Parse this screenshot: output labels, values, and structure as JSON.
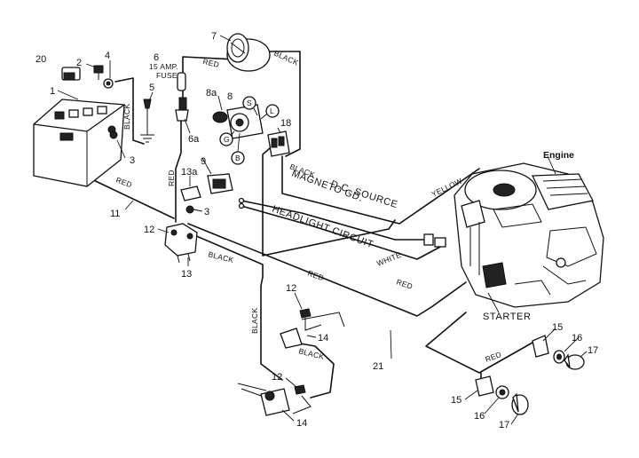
{
  "callouts": {
    "n1": "1",
    "n2": "2",
    "n3a": "3",
    "n3b": "3",
    "n4": "4",
    "n5": "5",
    "n6": "6",
    "n6a": "6a",
    "n7": "7",
    "n8": "8",
    "n8a": "8a",
    "n9": "9",
    "n11": "11",
    "n12a": "12",
    "n12b": "12",
    "n12c": "12",
    "n13": "13",
    "n13a": "13a",
    "n14a": "14",
    "n14b": "14",
    "n15a": "15",
    "n15b": "15",
    "n16a": "16",
    "n16b": "16",
    "n17a": "17",
    "n17b": "17",
    "n18": "18",
    "n20": "20",
    "n21": "21"
  },
  "fuse": {
    "line1": "15 AMP.",
    "line2": "FUSE"
  },
  "switch_terminals": {
    "s": "S",
    "l": "L",
    "g": "G",
    "b": "B"
  },
  "wire_labels": {
    "red_fuse": "RED",
    "black_ammeter": "BLACK",
    "black_battery": "BLACK",
    "red_fuse_down": "RED",
    "red_battery": "RED",
    "black_solenoid": "BLACK",
    "black_18": "BLACK",
    "yellow": "YELLOW",
    "white": "WHITE",
    "red_main_a": "RED",
    "red_main_b": "RED",
    "black_vertical": "BLACK",
    "black_switch": "BLACK",
    "red_lights": "RED"
  },
  "circuits": {
    "dc_source": "D.C. SOURCE",
    "magneto": "MAGNETO GD.",
    "headlight": "HEADLIGHT CIRCUIT"
  },
  "components": {
    "engine": "Engine",
    "starter": "STARTER"
  }
}
